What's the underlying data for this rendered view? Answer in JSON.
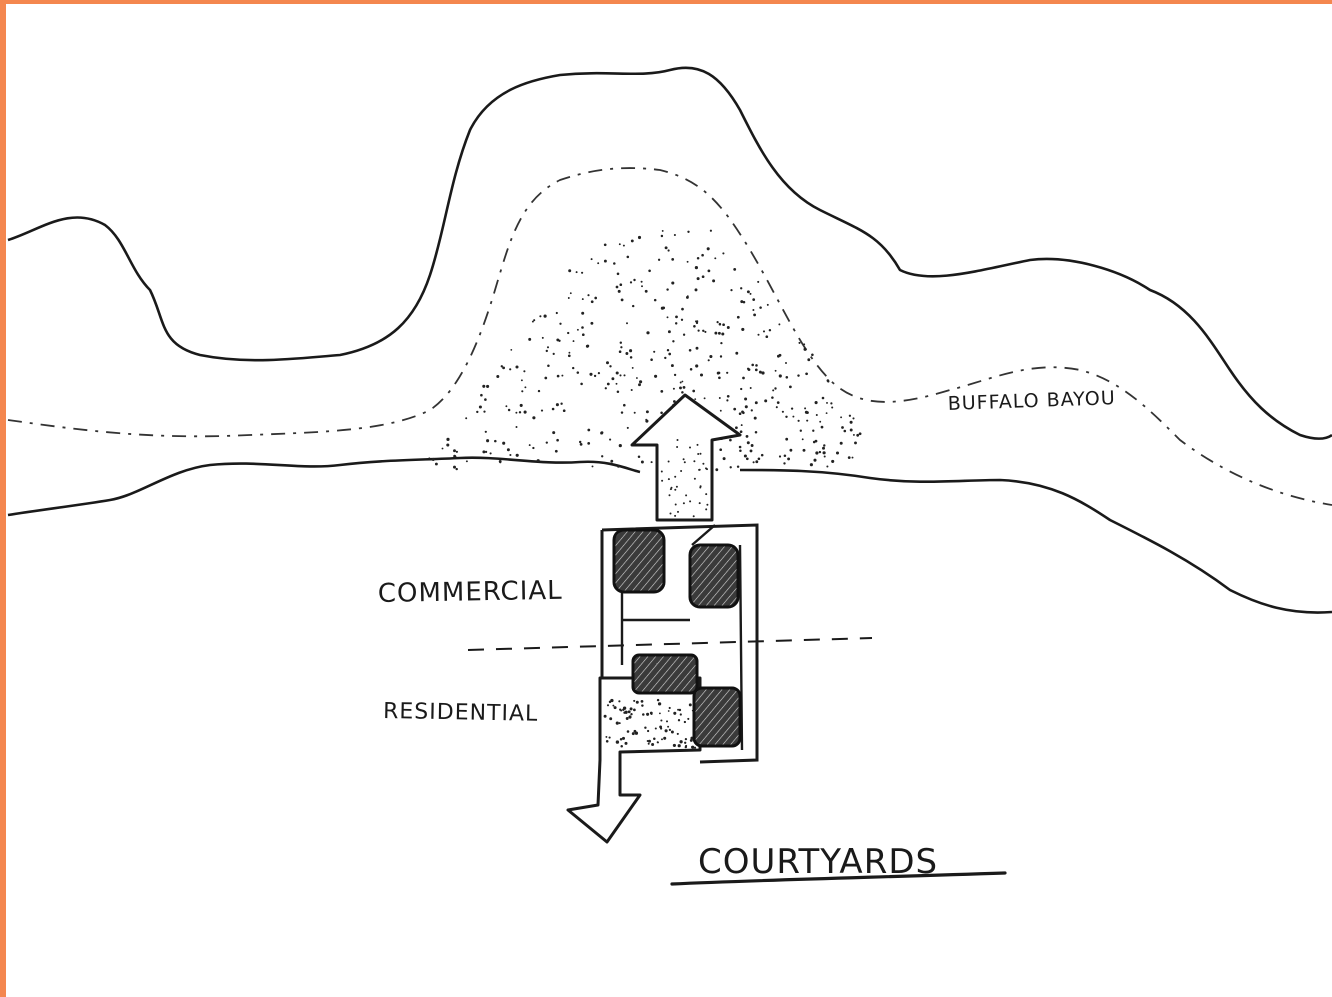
{
  "colors": {
    "frame": "#f4874f",
    "ink": "#1a1a1a",
    "paper": "#ffffff"
  },
  "labels": {
    "river": "BUFFALO BAYOU",
    "commercial": "COMMERCIAL",
    "residential": "RESIDENTIAL",
    "title": "COURTYARDS"
  }
}
